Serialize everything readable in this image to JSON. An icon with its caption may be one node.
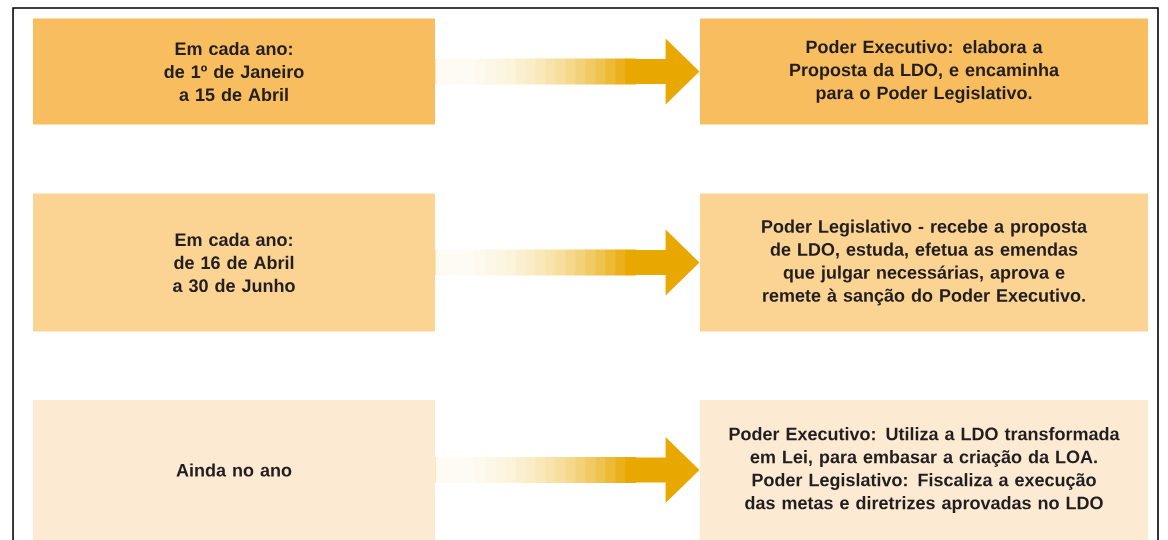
{
  "diagram": {
    "nodes": [
      {
        "text": [
          "Em cada ano: de 1º de Janeiro a 15 de Abril"
        ]
      },
      {
        "text": [
          "Poder Executivo: elabora a Proposta da LDO, e encaminha para o Poder Legislativo."
        ]
      },
      {
        "text": [
          "Em cada ano: de 16 de Abril a 30 de Junho"
        ]
      },
      {
        "text": [
          "Poder Legislativo - recebe a proposta de LDO, estuda, efetua as emendas que julgar necessárias, aprova e remete à sanção do Poder Executivo."
        ]
      },
      {
        "text": [
          "Ainda no ano"
        ]
      },
      {
        "text": [
          "Poder Executivo: Utiliza a LDO transformada em Lei, para embasar a criação da LOA. Poder Legislativo: Fiscaliza a execução das metas e diretrizes aprovadas no LDO"
        ]
      }
    ],
    "edges": [
      {
        "from": 0,
        "to": 1,
        "arrow": "to"
      },
      {
        "from": 2,
        "to": 3,
        "arrow": "to"
      },
      {
        "from": 4,
        "to": 5,
        "arrow": "to"
      }
    ]
  }
}
